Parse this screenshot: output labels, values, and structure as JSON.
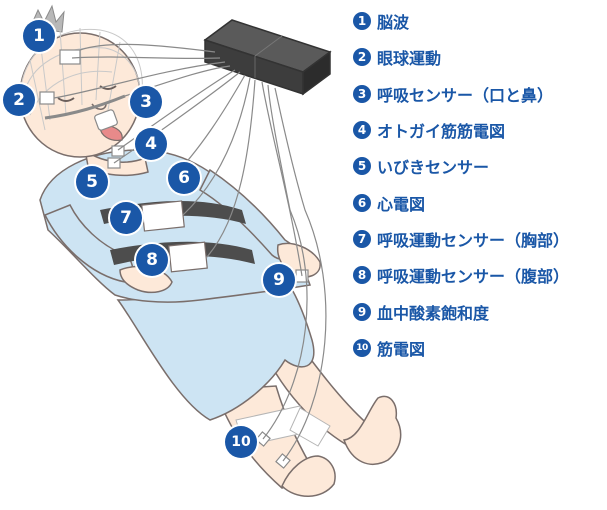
{
  "colors": {
    "accent": "#1a57a7",
    "skin": "#fde9d9",
    "outline": "#7a6e6b",
    "gown": "#cde4f3",
    "belt": "#4d4d4d",
    "box": "#3d3d3d",
    "cap_hair": "#b8b8b8"
  },
  "legend": [
    {
      "num": "1",
      "label": "脳波"
    },
    {
      "num": "2",
      "label": "眼球運動"
    },
    {
      "num": "3",
      "label": "呼吸センサー（口と鼻）"
    },
    {
      "num": "4",
      "label": "オトガイ筋筋電図"
    },
    {
      "num": "5",
      "label": "いびきセンサー"
    },
    {
      "num": "6",
      "label": "心電図"
    },
    {
      "num": "7",
      "label": "呼吸運動センサー（胸部）"
    },
    {
      "num": "8",
      "label": "呼吸運動センサー（腹部）"
    },
    {
      "num": "9",
      "label": "血中酸素飽和度"
    },
    {
      "num": "10",
      "label": "筋電図"
    }
  ],
  "markers": [
    "1",
    "2",
    "3",
    "4",
    "5",
    "6",
    "7",
    "8",
    "9",
    "10"
  ]
}
